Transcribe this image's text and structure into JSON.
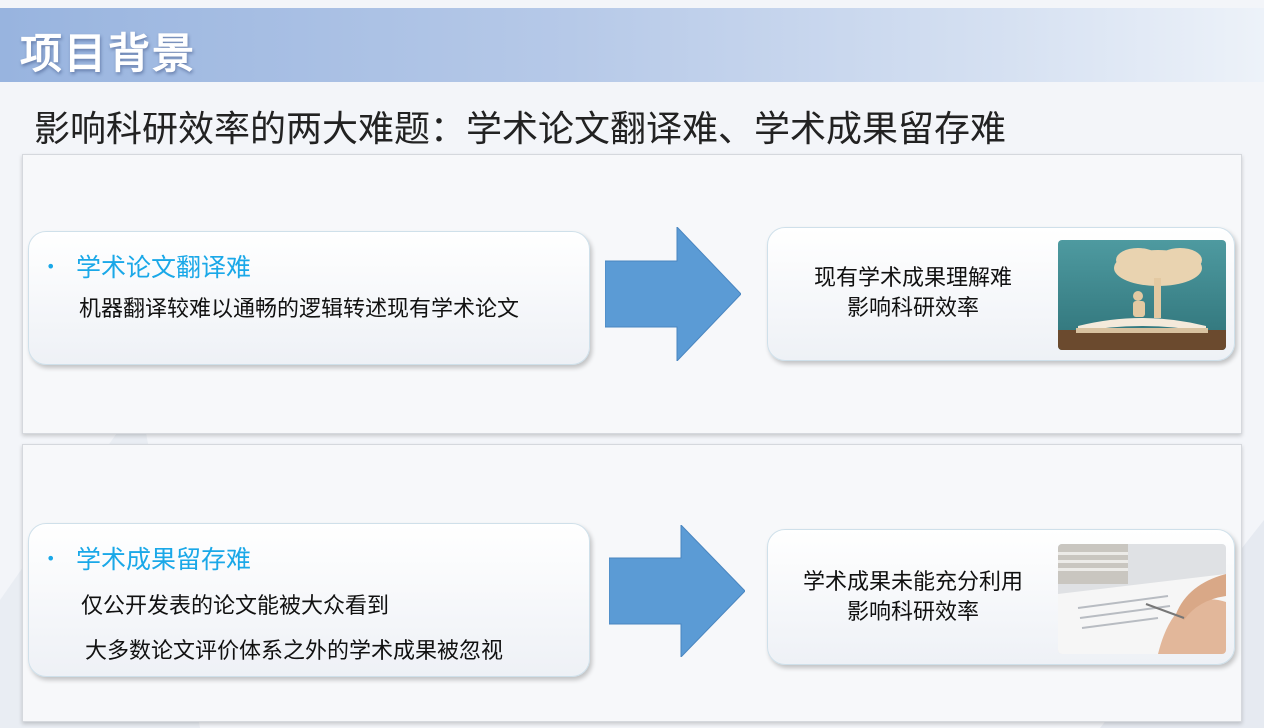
{
  "header": {
    "title": "项目背景",
    "subtitle": "影响科研效率的两大难题：学术论文翻译难、学术成果留存难"
  },
  "sections": [
    {
      "problem": {
        "bullet": "•",
        "title": "学术论文翻译难",
        "lines": [
          "机器翻译较难以通畅的逻辑转述现有学术论文"
        ]
      },
      "result": {
        "line1": "现有学术成果理解难",
        "line2": "影响科研效率"
      },
      "image_icon": "book-tree-silhouette-photo"
    },
    {
      "problem": {
        "bullet": "•",
        "title": "学术成果留存难",
        "lines": [
          "仅公开发表的论文能被大众看到",
          "大多数论文评价体系之外的学术成果被忽视"
        ]
      },
      "result": {
        "line1": "学术成果未能充分利用",
        "line2": "影响科研效率"
      },
      "image_icon": "hand-writing-papers-photo"
    }
  ],
  "colors": {
    "accent_blue": "#1aa8e8",
    "arrow_blue": "#5b9bd5",
    "header_band": "#a8c0e6",
    "title_white": "#ffffff"
  }
}
